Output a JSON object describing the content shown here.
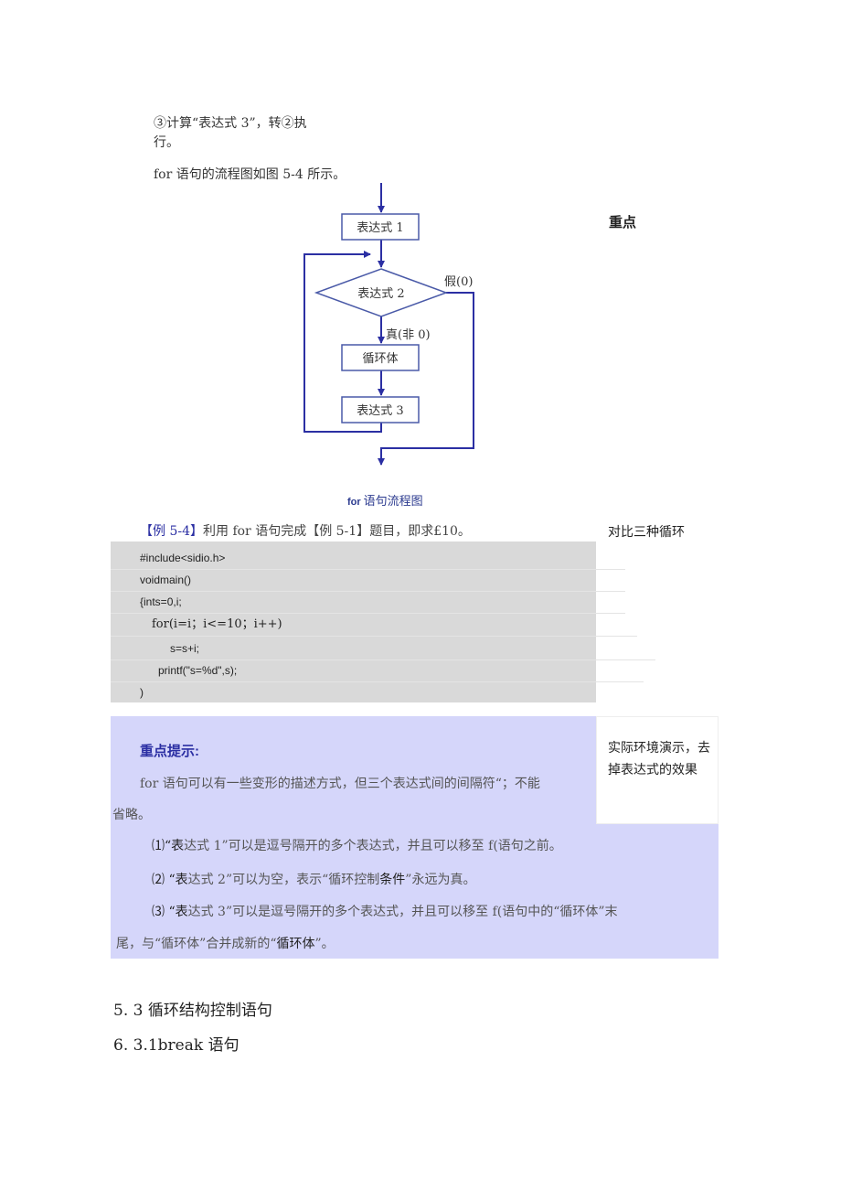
{
  "step3": {
    "line_a": "③计算“表达式 3”，转②执",
    "line_b": "行。"
  },
  "intro": "for 语句的流程图如图 5-4 所示。",
  "side_notes": {
    "key_point": "重点",
    "compare": "对比三种循环",
    "demo": "实际环境演示，去掉表达式的效果"
  },
  "flowchart": {
    "expr1": "表达式 1",
    "expr2": "表达式 2",
    "body": "循环体",
    "expr3": "表达式 3",
    "false_label": "假(0)",
    "true_label": "真(非 0)",
    "caption_prefix": "for",
    "caption": "语句流程图",
    "line_color": "#2b2fa3"
  },
  "example": {
    "tag": "【例 5-4】",
    "text": "利用 for 语句完成【例 5-1】题目，即求£10。"
  },
  "code": [
    "#include<sidio.h>",
    "voidmain()",
    "{ints=0,i;",
    "for(i=i；i<=10；i++)",
    "s=s+i;",
    "printf(\"s=%d\",s);",
    ")"
  ],
  "tip": {
    "title": "重点提示:",
    "p1_a": "for 语句可以有一些变形的描述方式，但三个表达式间的间隔符“；不能",
    "p1_b": "省略。",
    "item1_a": "⑴“表",
    "item1_b": "达式 1”可以是逗号隔开的多个表达式，并且可以移至 f(语句之前。",
    "item2_a": "⑵  “表",
    "item2_b": "达式 2”可以为空，表示“循环控制",
    "item2_c": "条件",
    "item2_d": "”永远为真。",
    "item3_a": "⑶  “表",
    "item3_b": "达式 3”可以是逗号隔开的多个表达式，并且可以移至 f(语句中的“循环体”末",
    "item3_c": "尾，与“循环体”合并成新的“",
    "item3_d": "循环体",
    "item3_e": "”。"
  },
  "headings": [
    "5. 3 循环结构控制语句",
    "6. 3.1break 语句"
  ]
}
